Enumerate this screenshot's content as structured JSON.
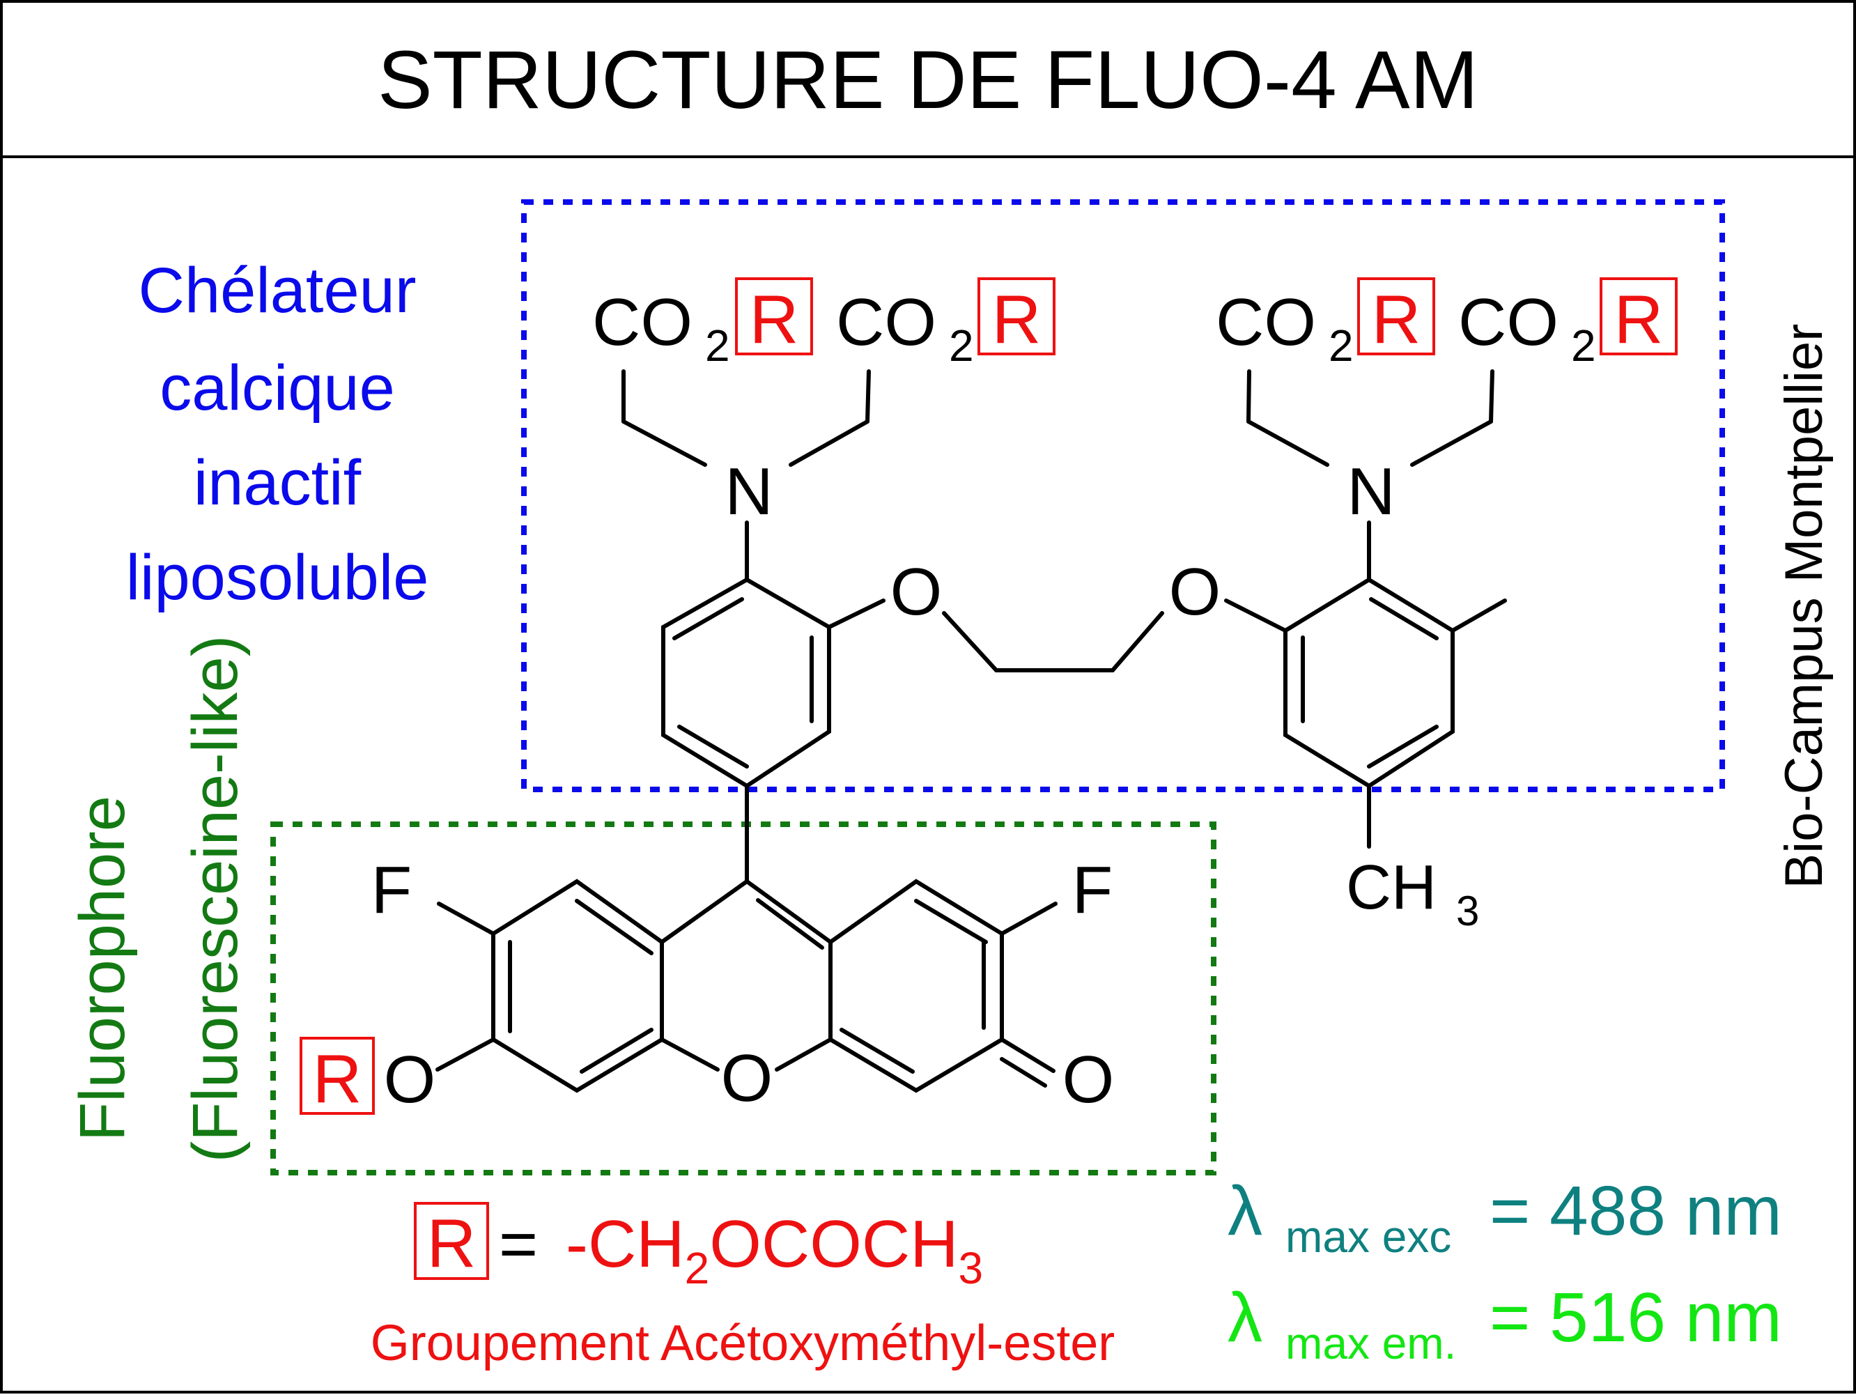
{
  "title": "STRUCTURE DE FLUO-4 AM",
  "chelator_label": [
    "Chélateur",
    "calcique",
    "inactif",
    "liposoluble"
  ],
  "fluorophore_label": {
    "line1": "Fluorophore",
    "line2": "(Fluoresceine-like)"
  },
  "credit": "Bio-Campus Montpellier",
  "atoms": {
    "N": "N",
    "O": "O",
    "F": "F",
    "R": "R",
    "CO": "CO",
    "sub2": "2",
    "CH": "CH",
    "sub3": "3"
  },
  "r_definition": {
    "r": "R",
    "equals": "= ",
    "formula_parts": [
      "-CH",
      "2",
      "OCOCH",
      "3"
    ],
    "caption": "Groupement Acétoxyméthyl-ester"
  },
  "lambda": {
    "symbol": "λ",
    "exc_sub": "max exc",
    "exc_value": "= 488 nm",
    "em_sub": "max em.",
    "em_value": "= 516 nm"
  },
  "colors": {
    "chelator": "#0a0aeb",
    "fluorophore": "#137a13",
    "r_group": "#ee1111",
    "lambda_exc": "#0f8080",
    "lambda_em": "#13e613",
    "bonds": "#000000"
  }
}
